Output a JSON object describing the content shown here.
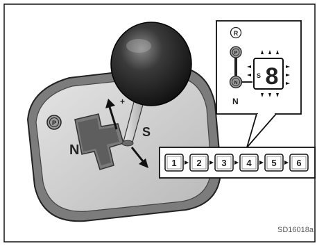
{
  "gate_labels": {
    "p_badge": "P",
    "n": "N",
    "s": "S",
    "plus": "+",
    "minus": "-"
  },
  "inset": {
    "r_badge": "R",
    "p_badge": "P",
    "n_badge": "N",
    "n_label": "N",
    "s_label": "S",
    "digit": "8"
  },
  "gear_strip": [
    "1",
    "2",
    "3",
    "4",
    "5",
    "6"
  ],
  "figure_code": "SD16018a",
  "colors": {
    "knob": "#2a2a2a",
    "console": "#cfcfcf",
    "console_inner": "#a9a9a9",
    "badge": "#9a9a9a"
  }
}
